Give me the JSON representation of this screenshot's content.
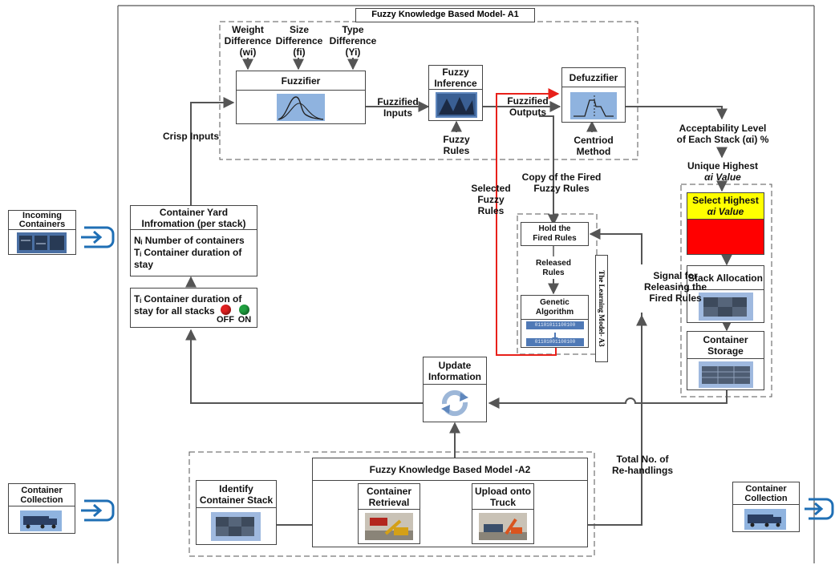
{
  "models": {
    "a1_title": "Fuzzy Knowledge Based Model- A1",
    "a2_title": "Fuzzy Knowledge Based Model -A2",
    "a3_title": "The Learning Model- A3"
  },
  "inputs": {
    "weight_line1": "Weight",
    "weight_line2": "Difference",
    "weight_symbol": "(wi)",
    "size_line1": "Size",
    "size_line2": "Difference",
    "size_symbol": "(fi)",
    "type_line1": "Type",
    "type_line2": "Difference",
    "type_symbol": "(Yi)"
  },
  "a1": {
    "fuzzifier": "Fuzzifier",
    "fuzzified_inputs_1": "Fuzzified",
    "fuzzified_inputs_2": "Inputs",
    "inference_1": "Fuzzy",
    "inference_2": "Inference",
    "fuzzy_rules_1": "Fuzzy",
    "fuzzy_rules_2": "Rules",
    "fuzzified_outputs_1": "Fuzzified",
    "fuzzified_outputs_2": "Outputs",
    "defuzzifier": "Defuzzifier",
    "centroid_1": "Centriod",
    "centroid_2": "Method",
    "crisp_inputs": "Crisp Inputs"
  },
  "right": {
    "accept_1": "Acceptability Level",
    "accept_2": "of Each Stack (αi) %",
    "unique_1": "Unique Highest",
    "unique_2": "αi Value",
    "select_1": "Select Highest",
    "select_2": "αi Value",
    "stack_alloc": "Stack Allocation",
    "container_storage_1": "Container",
    "container_storage_2": "Storage"
  },
  "a3": {
    "copy_rules_1": "Copy of the Fired",
    "copy_rules_2": "Fuzzy Rules",
    "selected_1": "Selected",
    "selected_2": "Fuzzy",
    "selected_3": "Rules",
    "hold_1": "Hold the",
    "hold_2": "Fired Rules",
    "released_1": "Released",
    "released_2": "Rules",
    "genetic_1": "Genetic",
    "genetic_2": "Algorithm",
    "gene_top": "01101011100100",
    "gene_bottom": "01101001100100",
    "signal_1": "Signal for",
    "signal_2": "Releasing the",
    "signal_3": "Fired Rules"
  },
  "yard": {
    "title_1": "Container Yard",
    "title_2": "Infromation (per stack)",
    "line_n": "Nᵢ Number of containers",
    "line_t1": "Tᵢ Container duration of",
    "line_t2": "stay",
    "stay_1": "Tᵢ Container duration of",
    "stay_2": "stay for all stacks",
    "off": "OFF",
    "on": "ON"
  },
  "update": {
    "label_1": "Update",
    "label_2": "Information"
  },
  "a2": {
    "identify_1": "Identify",
    "identify_2": "Container Stack",
    "retrieval_1": "Container",
    "retrieval_2": "Retrieval",
    "upload_1": "Upload onto",
    "upload_2": "Truck",
    "rehandle_1": "Total No. of",
    "rehandle_2": "Re-handlings"
  },
  "side": {
    "incoming_1": "Incoming",
    "incoming_2": "Containers",
    "collection_left_1": "Container",
    "collection_left_2": "Collection",
    "collection_right_1": "Container",
    "collection_right_2": "Collection"
  },
  "colors": {
    "wire": "#555555",
    "red_path": "#e8201a",
    "select_yellow": "#ffff00",
    "select_red": "#ff0000",
    "icon_blue": "#1f6fb5",
    "panel_blue": "#7ea6d6",
    "led_red": "#e02020",
    "led_green": "#20a040"
  }
}
